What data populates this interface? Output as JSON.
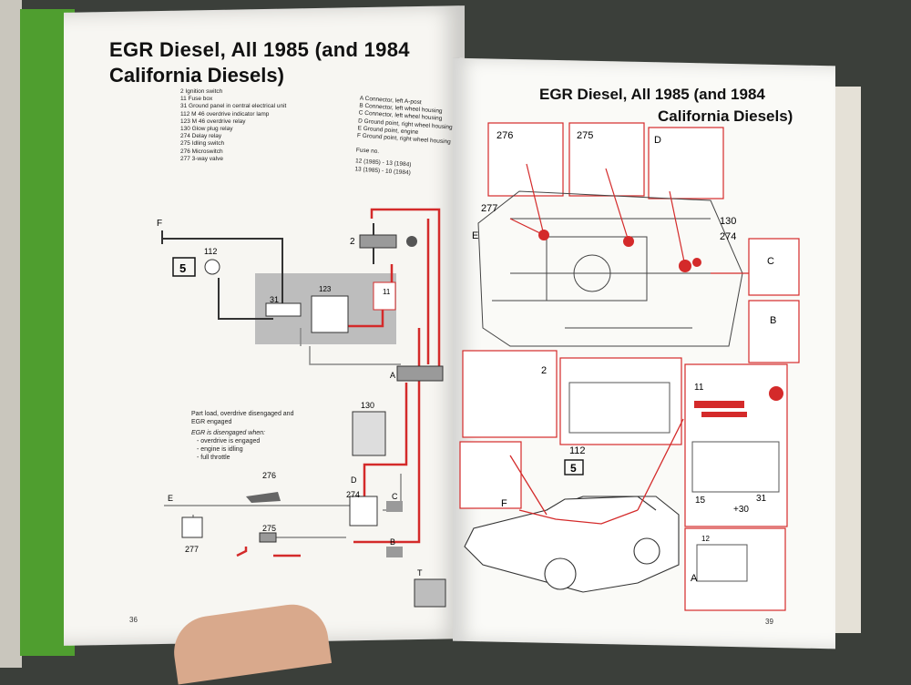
{
  "left_page": {
    "title_line1": "EGR Diesel, All 1985 (and 1984",
    "title_line2": "California Diesels)",
    "components": [
      "2 Ignition switch",
      "11 Fuse box",
      "31 Ground panel in central electrical unit",
      "112 M 46 overdrive indicator lamp",
      "123 M 46 overdrive relay",
      "130 Glow plug relay",
      "274 Delay relay",
      "275 Idling switch",
      "276 Microswitch",
      "277 3-way valve"
    ],
    "connectors": [
      "A   Connector, left A-post",
      "B   Connector, left wheel housing",
      "C   Connector, left wheel housing",
      "D   Ground point, right wheel housing",
      "E   Ground point, engine",
      "F   Ground point, right wheel housing"
    ],
    "fuse_label": "Fuse no.",
    "fuse_lines": [
      "12 (1985) - 13 (1984)",
      "13 (1985) - 10 (1984)"
    ],
    "note_line1": "Part load, overdrive disengaged and",
    "note_line2": "EGR engaged",
    "note_line3": "EGR is disengaged when:",
    "note_items": [
      "- overdrive is engaged",
      "- engine is idling",
      "- full throttle"
    ],
    "page_number": "36",
    "diagram_labels": {
      "f": "F",
      "box5": "5",
      "n112": "112",
      "n123": "123",
      "n31": "31",
      "n11": "11",
      "n2": "2",
      "a": "A",
      "n130": "130",
      "n276": "276",
      "n274": "274",
      "d": "D",
      "c": "C",
      "e": "E",
      "n277": "277",
      "n275": "275",
      "b": "B",
      "t": "T"
    }
  },
  "right_page": {
    "title_line1": "EGR Diesel, All 1985 (and 1984",
    "title_line2": "California Diesels)",
    "page_number": "39",
    "callouts": {
      "c276": "276",
      "c275": "275",
      "d": "D",
      "c277": "277",
      "e": "E",
      "c130": "130",
      "c274": "274",
      "c": "C",
      "b": "B",
      "c2": "2",
      "c112": "112",
      "box5": "5",
      "c11": "11",
      "c15": "15",
      "c30": "+30",
      "c31": "31",
      "f": "F",
      "a": "A",
      "c12": "12"
    }
  },
  "colors": {
    "binder_green": "#4f9e2f",
    "wire_red": "#d42a2a",
    "relay_gray": "#bdbdbd"
  }
}
